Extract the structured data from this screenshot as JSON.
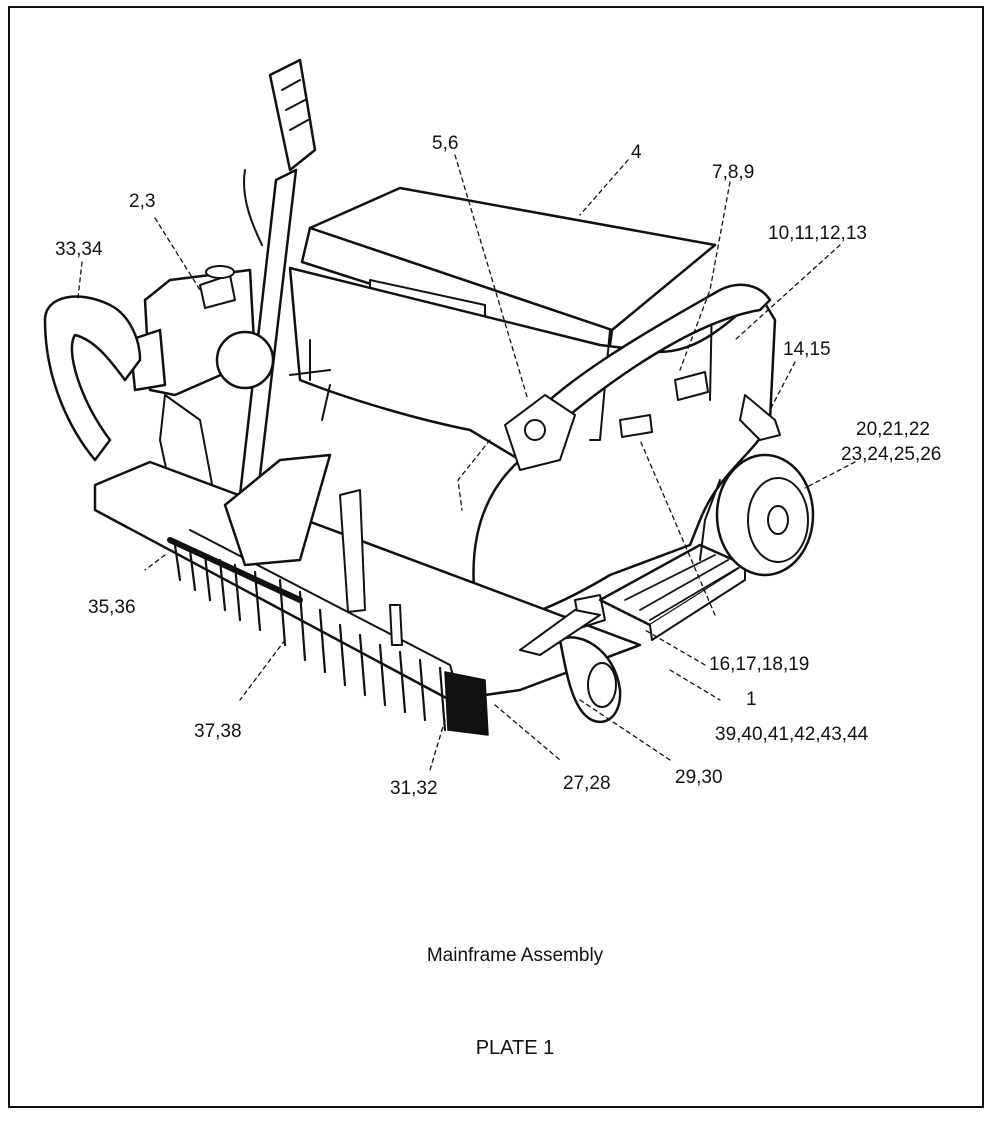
{
  "title": "Mainframe Assembly",
  "plate": "PLATE 1",
  "callouts": {
    "c1": "5,6",
    "c2": "4",
    "c3": "7,8,9",
    "c4": "2,3",
    "c5": "10,11,12,13",
    "c6": "33,34",
    "c7": "14,15",
    "c8": "20,21,22",
    "c9": "23,24,25,26",
    "c10": "35,36",
    "c11": "16,17,18,19",
    "c12": "1",
    "c13": "37,38",
    "c14": "39,40,41,42,43,44",
    "c15": "29,30",
    "c16": "31,32",
    "c17": "27,28"
  }
}
